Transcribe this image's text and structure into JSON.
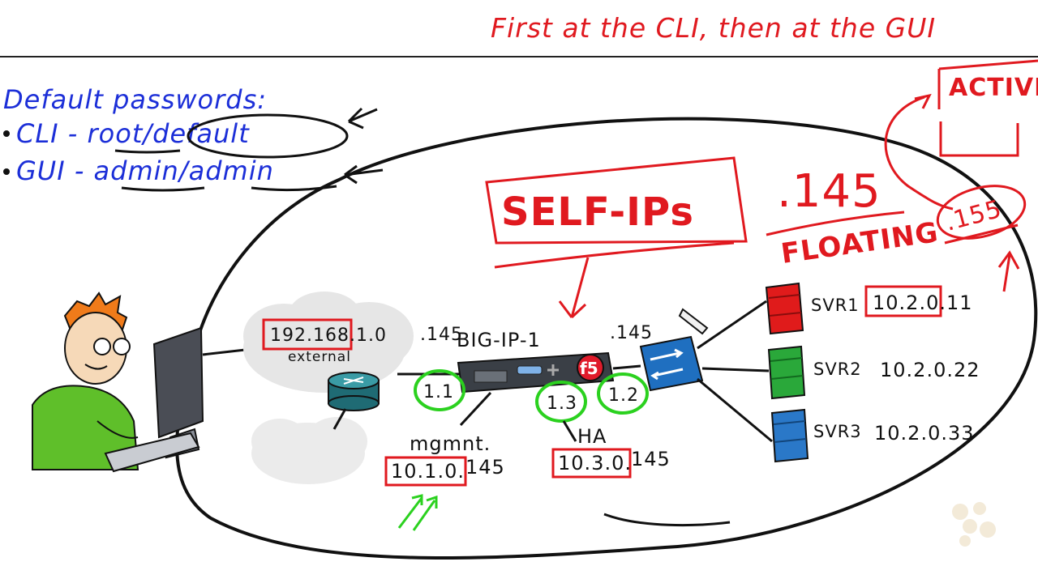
{
  "colors": {
    "red_ink": "#e0191f",
    "blue_ink": "#1c2fd8",
    "black_ink": "#111111",
    "green_ink": "#2bd11f",
    "switch_blue": "#1f6fc0",
    "server_red": "#e01b1b",
    "server_green": "#2aa83a",
    "server_blue": "#2a78c8"
  },
  "header": {
    "note": "First at the CLI, then at the GUI"
  },
  "passwords": {
    "heading": "Default passwords:",
    "cli": "CLI - root/default",
    "gui": "GUI - admin/admin"
  },
  "notes": {
    "self_ips": "SELF-IPs",
    "floating_ip": ".145",
    "floating_label": "FLOATING",
    "circled_value": ".155",
    "active_label": "ACTIVE"
  },
  "network": {
    "external_ip": "192.168.1.0",
    "external_label": "external",
    "external_host": ".145",
    "device_label": "BIG-IP-1",
    "device_brand": "f5",
    "internal_host": ".145",
    "ports": {
      "p11": "1.1",
      "p12": "1.2",
      "p13": "1.3"
    },
    "mgmt_label": "mgmnt.",
    "mgmt_net": "10.1.0.",
    "mgmt_host": "145",
    "ha_label": "HA",
    "ha_net": "10.3.0.",
    "ha_host": "145"
  },
  "servers": [
    {
      "name": "SVR1",
      "ip": "10.2.0.11"
    },
    {
      "name": "SVR2",
      "ip": "10.2.0.22"
    },
    {
      "name": "SVR3",
      "ip": "10.2.0.33"
    }
  ]
}
